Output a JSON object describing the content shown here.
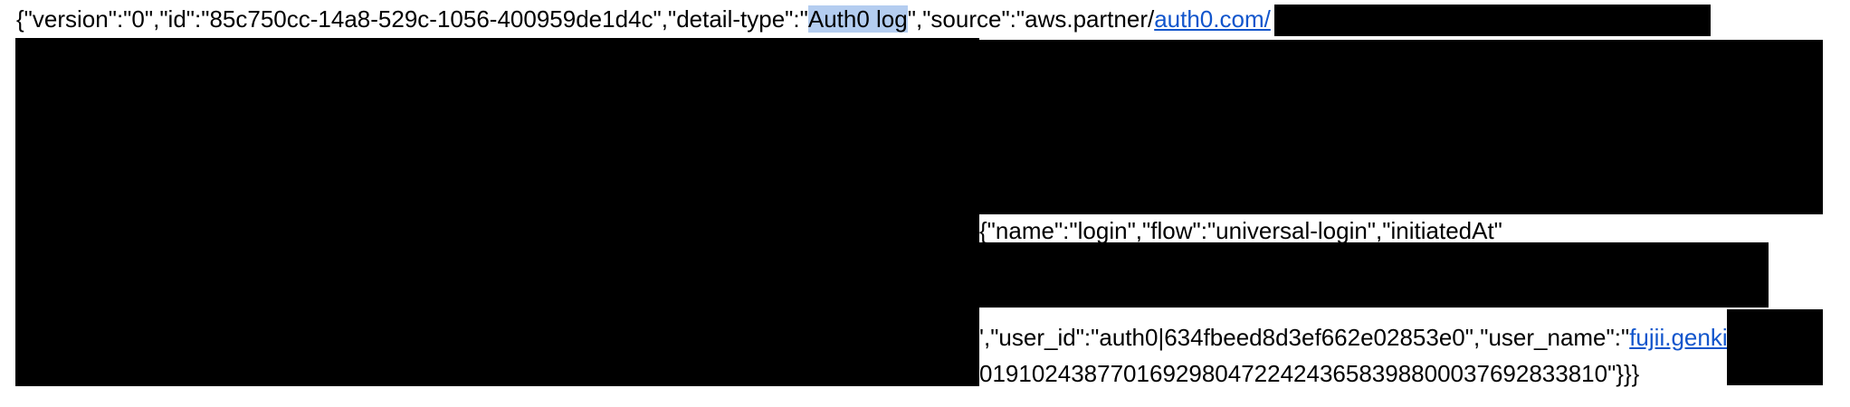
{
  "document": {
    "line1": {
      "prefix": "{\"version\":\"0\",\"id\":\"85c750cc-14a8-529c-1056-400959de1d4c\",\"detail-type\":\"",
      "highlight": "Auth0 log",
      "middle": "\",\"source\":\"aws.partner/",
      "link": "auth0.com/"
    },
    "line2": {
      "text": "{\"name\":\"login\",\"flow\":\"universal-login\",\"initiatedAt\""
    },
    "line3": {
      "text": "',\"user_id\":\"auth0|634fbeed8d3ef662e02853e0\",\"user_name\":\"",
      "link": "fujii.genki"
    },
    "line4": {
      "text": "019102438770169298047224243658398800037692833810\"}}}"
    }
  },
  "colors": {
    "highlight": "#b4cdf0",
    "link": "#1155cc",
    "redaction": "#000000"
  }
}
